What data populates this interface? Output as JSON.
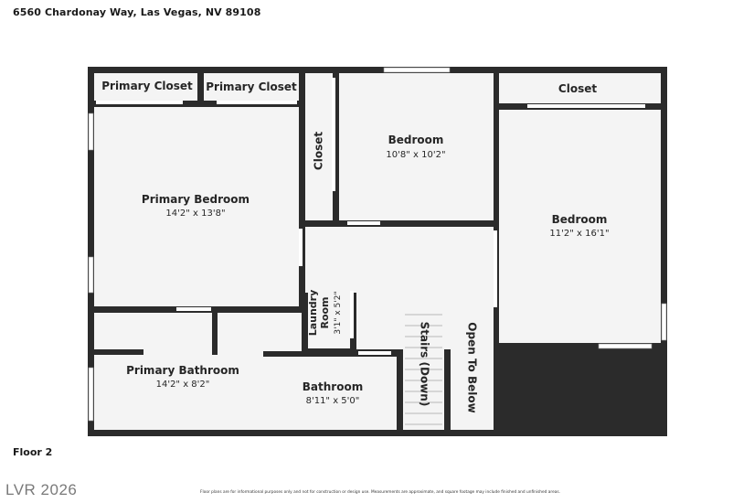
{
  "header": {
    "address": "6560 Chardonay Way, Las Vegas, NV 89108"
  },
  "footer": {
    "floor": "Floor 2",
    "watermark": "LVR 2026",
    "disclaimer": "Floor plans are for informational purposes only and not for construction or design use. Measurements are approximate, and square footage may include finished and unfinished areas."
  },
  "rooms": {
    "primary_closet_1": {
      "name": "Primary Closet"
    },
    "primary_closet_2": {
      "name": "Primary Closet"
    },
    "closet_top_right": {
      "name": "Closet"
    },
    "closet_vertical": {
      "name": "Closet"
    },
    "bedroom_center": {
      "name": "Bedroom",
      "size": "10'8\" x 10'2\""
    },
    "bedroom_right": {
      "name": "Bedroom",
      "size": "11'2\" x 16'1\""
    },
    "primary_bedroom": {
      "name": "Primary Bedroom",
      "size": "14'2\" x 13'8\""
    },
    "laundry": {
      "name_line1": "Laundry",
      "name_line2": "Room",
      "size": "3'1\" x 5'2\""
    },
    "stairs": {
      "name": "Stairs (Down)"
    },
    "open_below": {
      "name": "Open To Below"
    },
    "primary_bathroom": {
      "name": "Primary Bathroom",
      "size": "14'2\" x 8'2\""
    },
    "bathroom": {
      "name": "Bathroom",
      "size": "8'11\" x 5'0\""
    }
  }
}
